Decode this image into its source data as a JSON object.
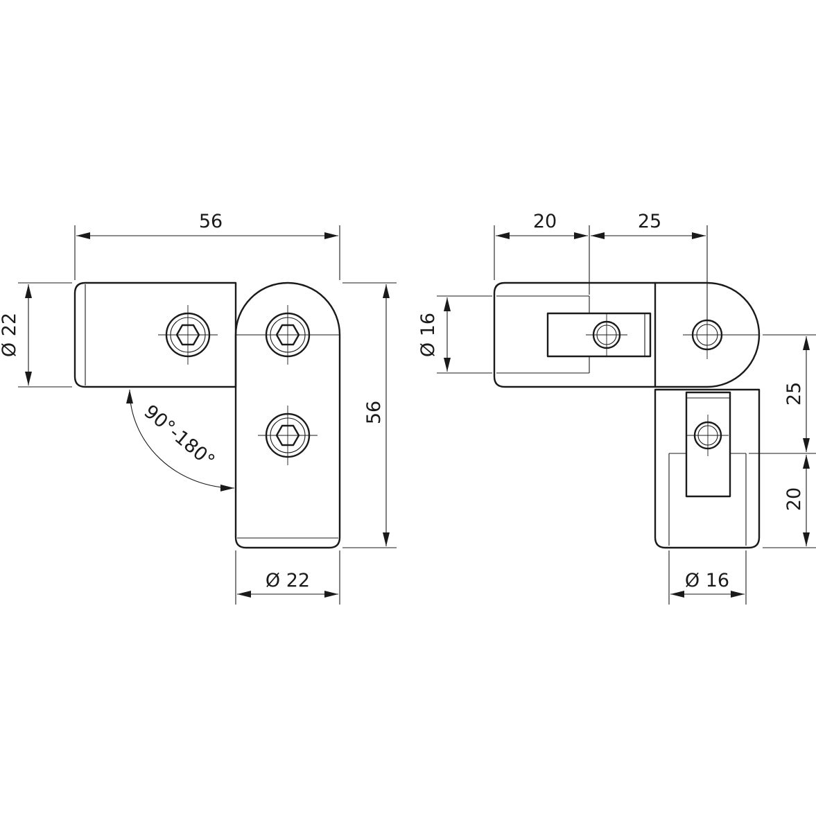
{
  "left_view": {
    "overall_width": "56",
    "overall_height": "56",
    "tube_diameter_horizontal": "Ø 22",
    "tube_diameter_vertical": "Ø 22",
    "angle_range": "90°-180°"
  },
  "right_view": {
    "insert_length_top": "20",
    "offset_top": "25",
    "insert_diameter_horizontal": "Ø 16",
    "offset_side": "25",
    "insert_length_side": "20",
    "insert_diameter_vertical": "Ø 16"
  }
}
